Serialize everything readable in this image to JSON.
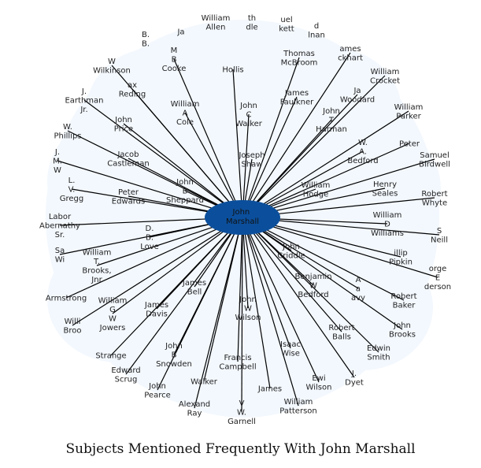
{
  "caption": "Subjects Mentioned Frequently With John Marshall",
  "colors": {
    "hub": "#0b4f9c",
    "hub_text": "#111111",
    "edge": "#000000",
    "bubble": "#f3f8fe"
  },
  "hub": {
    "lines": [
      "John",
      "Marshall"
    ]
  },
  "nodes": [
    {
      "lines": [
        "William",
        "Allen"
      ],
      "edge": false
    },
    {
      "lines": [
        "th",
        "dle"
      ],
      "edge": false
    },
    {
      "lines": [
        "uel",
        "kett"
      ],
      "edge": false
    },
    {
      "lines": [
        "d",
        "lnan"
      ],
      "edge": false
    },
    {
      "lines": [
        "B.",
        "B."
      ],
      "edge": false
    },
    {
      "lines": [
        "Ja"
      ],
      "edge": false
    },
    {
      "lines": [
        "ames",
        "ckhart"
      ],
      "edge": true
    },
    {
      "lines": [
        "Thomas",
        "McBroom"
      ],
      "edge": true
    },
    {
      "lines": [
        "M",
        "B",
        "Cooke"
      ],
      "edge": true
    },
    {
      "lines": [
        "W",
        "Wilkinson"
      ],
      "edge": true
    },
    {
      "lines": [
        "Hollis"
      ],
      "edge": true
    },
    {
      "lines": [
        "William",
        "Crocket"
      ],
      "edge": true
    },
    {
      "lines": [
        "ax",
        "Reding"
      ],
      "edge": true
    },
    {
      "lines": [
        "J.",
        "Earthman",
        "Jr."
      ],
      "edge": true
    },
    {
      "lines": [
        "William",
        "A",
        "Cole"
      ],
      "edge": true
    },
    {
      "lines": [
        "John",
        "C",
        "Walker"
      ],
      "edge": true
    },
    {
      "lines": [
        "James",
        "Faulkner"
      ],
      "edge": true
    },
    {
      "lines": [
        "Ja",
        "Woodard"
      ],
      "edge": true
    },
    {
      "lines": [
        "William",
        "Parker"
      ],
      "edge": true
    },
    {
      "lines": [
        "John",
        "Price"
      ],
      "edge": true
    },
    {
      "lines": [
        "John",
        "T",
        "Harman"
      ],
      "edge": true
    },
    {
      "lines": [
        "W.",
        "Phillips"
      ],
      "edge": true
    },
    {
      "lines": [
        "Peter"
      ],
      "edge": true
    },
    {
      "lines": [
        "J.",
        "M.",
        "W"
      ],
      "edge": true
    },
    {
      "lines": [
        "Jacob",
        "Castleman"
      ],
      "edge": true
    },
    {
      "lines": [
        "Joseph",
        "Shaw"
      ],
      "edge": true
    },
    {
      "lines": [
        "W.",
        "A.",
        "Bedford"
      ],
      "edge": true
    },
    {
      "lines": [
        "Samuel",
        "Birdwell"
      ],
      "edge": true
    },
    {
      "lines": [
        "L.",
        "V.",
        "Gregg"
      ],
      "edge": true
    },
    {
      "lines": [
        "John",
        "B",
        "Sheppard"
      ],
      "edge": true
    },
    {
      "lines": [
        "Peter",
        "Edwards"
      ],
      "edge": true
    },
    {
      "lines": [
        "William",
        "Hodge"
      ],
      "edge": true
    },
    {
      "lines": [
        "Henry",
        "Seales"
      ],
      "edge": true
    },
    {
      "lines": [
        "Robert",
        "Whyte"
      ],
      "edge": true
    },
    {
      "lines": [
        "Labor",
        "Abernathy",
        "Sr."
      ],
      "edge": true
    },
    {
      "lines": [
        "William",
        "D",
        "Williams"
      ],
      "edge": true
    },
    {
      "lines": [
        "D.",
        "B.",
        "Love"
      ],
      "edge": true
    },
    {
      "lines": [
        "S",
        "Neill"
      ],
      "edge": true
    },
    {
      "lines": [
        "Sa",
        "Wi"
      ],
      "edge": true
    },
    {
      "lines": [
        "William",
        "T.",
        "Brooks,",
        "Jnr"
      ],
      "edge": true
    },
    {
      "lines": [
        "John",
        "Criddle"
      ],
      "edge": true
    },
    {
      "lines": [
        "illip",
        "Pipkin"
      ],
      "edge": true
    },
    {
      "lines": [
        "orge",
        "E",
        "derson"
      ],
      "edge": true
    },
    {
      "lines": [
        "Armstrong"
      ],
      "edge": true
    },
    {
      "lines": [
        "James",
        "Bell"
      ],
      "edge": true
    },
    {
      "lines": [
        "Benjamin",
        "W",
        "Bedford"
      ],
      "edge": true
    },
    {
      "lines": [
        "A",
        "a",
        "avy"
      ],
      "edge": true
    },
    {
      "lines": [
        "William",
        "G",
        "W",
        "Jowers"
      ],
      "edge": true
    },
    {
      "lines": [
        "James",
        "Davis"
      ],
      "edge": true
    },
    {
      "lines": [
        "Robert",
        "Baker"
      ],
      "edge": true
    },
    {
      "lines": [
        "Willi",
        "Broo"
      ],
      "edge": true
    },
    {
      "lines": [
        "John",
        "W",
        "Wilson"
      ],
      "edge": true
    },
    {
      "lines": [
        "Robert",
        "Balls"
      ],
      "edge": true
    },
    {
      "lines": [
        "John",
        "Brooks"
      ],
      "edge": true
    },
    {
      "lines": [
        "Strange"
      ],
      "edge": true
    },
    {
      "lines": [
        "John",
        "B",
        "Snowden"
      ],
      "edge": true
    },
    {
      "lines": [
        "Isaac",
        "Wise"
      ],
      "edge": true
    },
    {
      "lines": [
        "Edwin",
        "Smith"
      ],
      "edge": true
    },
    {
      "lines": [
        "Edward",
        "Scrug"
      ],
      "edge": true
    },
    {
      "lines": [
        "Francis",
        "Campbell"
      ],
      "edge": true
    },
    {
      "lines": [
        "J.",
        "Dyet"
      ],
      "edge": true
    },
    {
      "lines": [
        "Ewi",
        "Wilson"
      ],
      "edge": true
    },
    {
      "lines": [
        "Walker"
      ],
      "edge": true
    },
    {
      "lines": [
        "John",
        "Pearce"
      ],
      "edge": true
    },
    {
      "lines": [
        "James"
      ],
      "edge": true
    },
    {
      "lines": [
        "Alexand",
        "Ray"
      ],
      "edge": true
    },
    {
      "lines": [
        "V",
        "W.",
        "Garnell"
      ],
      "edge": true
    },
    {
      "lines": [
        "William",
        "Patterson"
      ],
      "edge": true
    }
  ]
}
